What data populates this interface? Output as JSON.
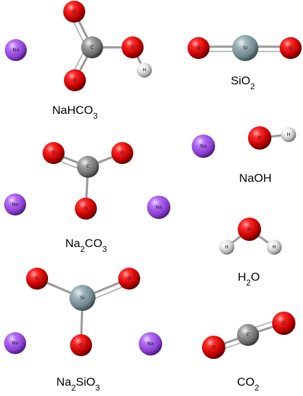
{
  "atom_symbols": {
    "O": "O",
    "C": "C",
    "H": "H",
    "Si": "Si",
    "Na": "Na"
  },
  "colors": {
    "O": "#e00000",
    "C": "#8c8c8c",
    "H": "#e8e8e8",
    "Si": "#8aa3a9",
    "Na": "#ab5cf2",
    "bond": "#9a9a9a"
  },
  "labels": {
    "nahco3": {
      "a": "NaHCO",
      "b": "3"
    },
    "sio2": {
      "a": "SiO",
      "b": "2"
    },
    "naoh": {
      "a": "NaOH"
    },
    "na2co3": {
      "a": "Na",
      "b": "2",
      "c": "CO",
      "d": "3"
    },
    "h2o": {
      "a": "H",
      "b": "2",
      "c": "O"
    },
    "na2sio3": {
      "a": "Na",
      "b": "2",
      "c": "SiO",
      "d": "3"
    },
    "co2": {
      "a": "CO",
      "b": "2"
    }
  }
}
